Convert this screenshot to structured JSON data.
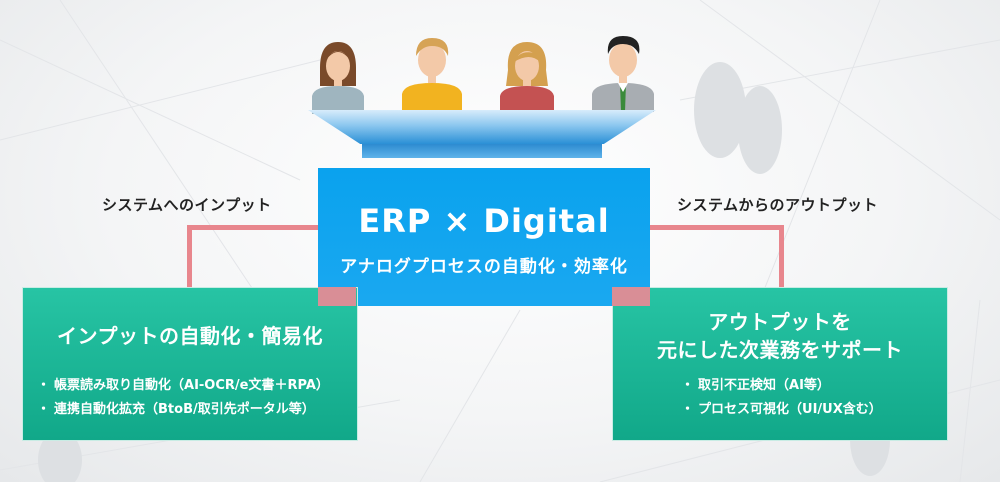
{
  "labels": {
    "input": "システムへのインプット",
    "output": "システムからのアウトプット"
  },
  "center": {
    "title": "ERP × Digital",
    "subtitle": "アナログプロセスの自動化・効率化"
  },
  "left_box": {
    "title": "インプットの自動化・簡易化",
    "bullets": [
      "帳票読み取り自動化（AI-OCR/e文書＋RPA）",
      "連携自動化拡充（BtoB/取引先ポータル等）"
    ]
  },
  "right_box": {
    "title_line1": "アウトプットを",
    "title_line2": "元にした次業務をサポート",
    "bullets": [
      "取引不正検知（AI等）",
      "プロセス可視化（UI/UX含む）"
    ]
  },
  "colors": {
    "center_box": "#0aa2ee",
    "side_box": "#1bb597",
    "connector": "#e8868d",
    "tray": "#2a8fd6"
  },
  "icons": [
    "person-icon"
  ]
}
